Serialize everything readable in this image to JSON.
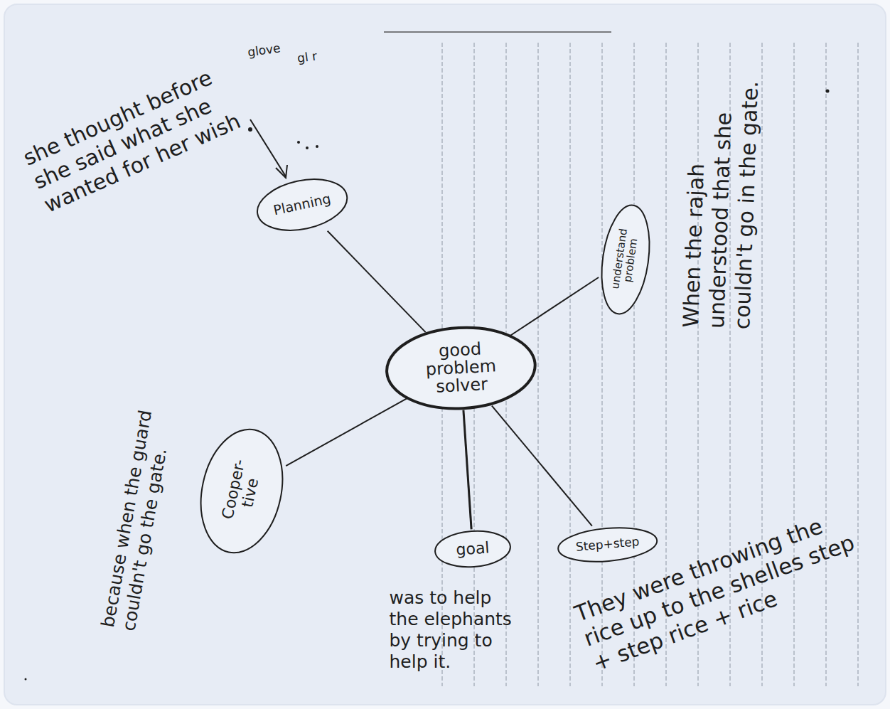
{
  "diagram": {
    "nodes": [
      {
        "text": [
          "good problem solver"
        ]
      },
      {
        "text": [
          "Planning"
        ]
      },
      {
        "text": [
          "understand problem"
        ]
      },
      {
        "text": [
          "Cooper- tive"
        ]
      },
      {
        "text": [
          "goal"
        ]
      },
      {
        "text": [
          "Step+step"
        ]
      }
    ],
    "edges": [
      {
        "from": 0,
        "to": 1,
        "arrow": "none"
      },
      {
        "from": 0,
        "to": 2,
        "arrow": "none"
      },
      {
        "from": 0,
        "to": 3,
        "arrow": "none"
      },
      {
        "from": 0,
        "to": 4,
        "arrow": "none"
      },
      {
        "from": 0,
        "to": 5,
        "arrow": "none"
      }
    ],
    "labels": [
      "she thought before she said what she wanted for her wish",
      "glove",
      "gl r",
      "When the rajah understood that she couldn't go in the gate.",
      "because when the guard couldn't go the gate.",
      "was to help the elephants by trying to help it.",
      "They were throwing the rice up to the shelles step + step rice + rice"
    ]
  }
}
